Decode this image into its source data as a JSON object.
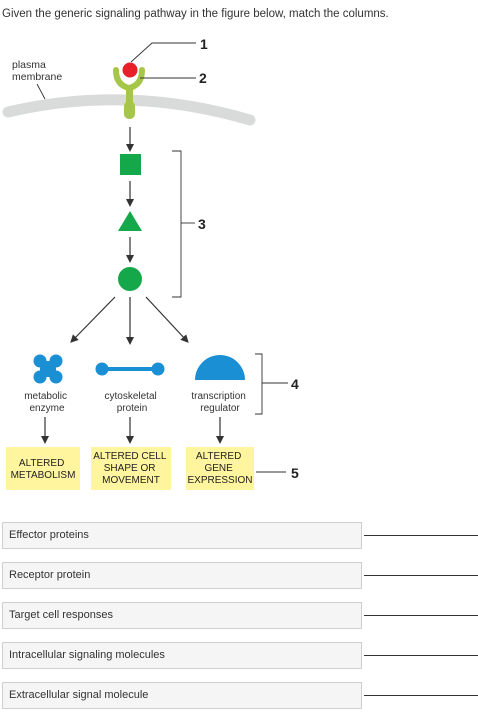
{
  "question": "Given the generic signaling pathway in the figure below, match the columns.",
  "figure": {
    "membrane_label_line1": "plasma",
    "membrane_label_line2": "membrane",
    "callouts": [
      "1",
      "2",
      "3",
      "4",
      "5"
    ],
    "effectors": [
      {
        "line1": "metabolic",
        "line2": "enzyme"
      },
      {
        "line1": "cytoskeletal",
        "line2": "protein"
      },
      {
        "line1": "transcription",
        "line2": "regulator"
      }
    ],
    "responses": [
      {
        "lines": [
          "ALTERED",
          "METABOLISM"
        ]
      },
      {
        "lines": [
          "ALTERED CELL",
          "SHAPE OR",
          "MOVEMENT"
        ]
      },
      {
        "lines": [
          "ALTERED",
          "GENE",
          "EXPRESSION"
        ]
      }
    ],
    "colors": {
      "membrane": "#d9dbdb",
      "receptor": "#a6c64a",
      "signal": "#e8202a",
      "intracellular": "#15a84a",
      "effector": "#1b8fd3",
      "response_box": "#fff59e"
    }
  },
  "match_items": [
    "Effector proteins",
    "Receptor protein",
    "Target cell responses",
    "Intracellular signaling molecules",
    "Extracellular signal molecule"
  ]
}
